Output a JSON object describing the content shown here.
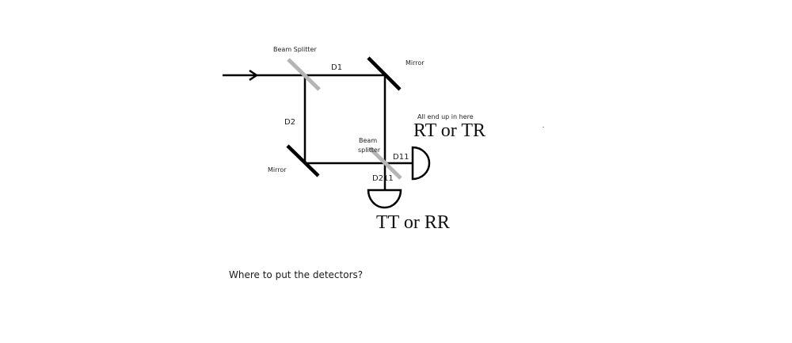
{
  "diagram": {
    "type": "Mach-Zehnder interferometer sketch",
    "labels": {
      "beam_splitter_top": "Beam Splitter",
      "mirror_top": "Mirror",
      "mirror_bottom": "Mirror",
      "beam_splitter_bottom": "Beam\nsplitter",
      "beam_splitter_bottom_line1": "Beam",
      "beam_splitter_bottom_line2": "splitter",
      "path_d1": "D1",
      "path_d2": "D2",
      "detector_d11": "D11",
      "detector_d211": "D211",
      "annotation_small": "All end up in here",
      "annotation_right": "RT or TR",
      "annotation_bottom": "TT or RR"
    },
    "question": "Where to put the detectors?",
    "colors": {
      "beam": "#000000",
      "mirror": "#000000",
      "beam_splitter": "#b5b5b5",
      "background": "#ffffff"
    }
  }
}
